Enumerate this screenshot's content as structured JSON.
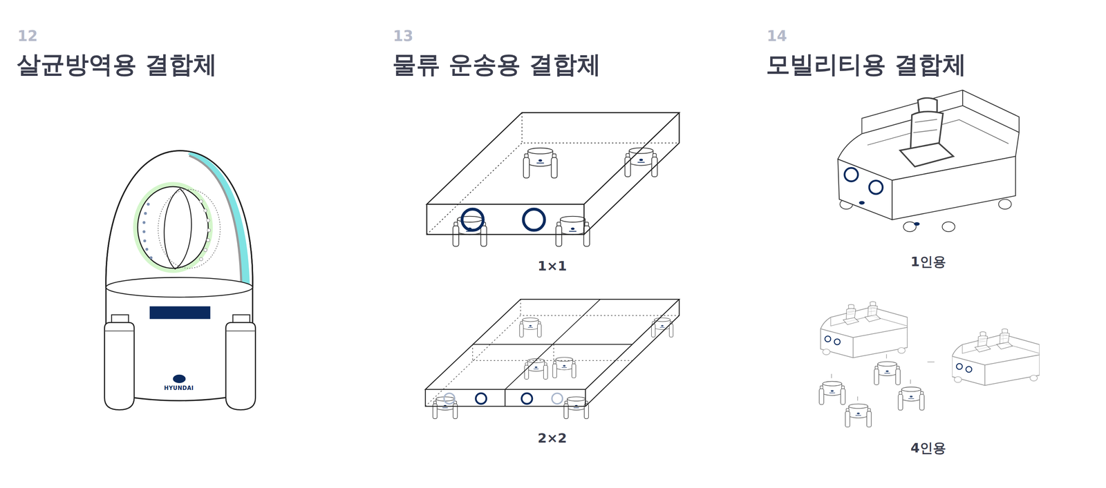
{
  "diagram": {
    "labels": [
      "12",
      "살균방역용 결합체",
      "13",
      "물류 운송용 결합체",
      "14",
      "모빌리티용 결합체",
      "1×1",
      "2×2",
      "1인용",
      "4인용",
      "HYUNDAI"
    ]
  }
}
